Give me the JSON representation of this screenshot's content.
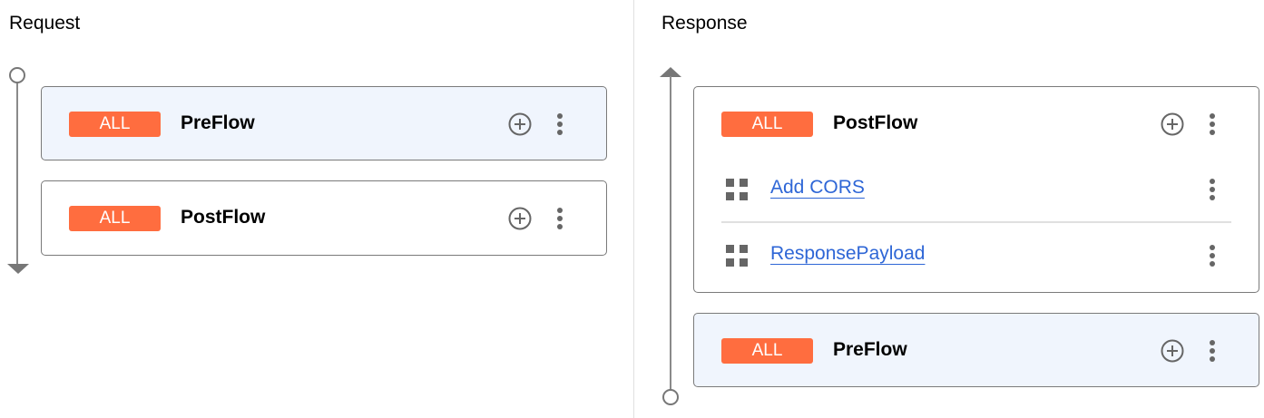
{
  "request": {
    "title": "Request",
    "flows": [
      {
        "badge": "ALL",
        "name": "PreFlow",
        "highlighted": true
      },
      {
        "badge": "ALL",
        "name": "PostFlow",
        "highlighted": false
      }
    ]
  },
  "response": {
    "title": "Response",
    "flows": [
      {
        "badge": "ALL",
        "name": "PostFlow",
        "highlighted": false,
        "steps": [
          {
            "name": "Add CORS"
          },
          {
            "name": "ResponsePayload"
          }
        ]
      },
      {
        "badge": "ALL",
        "name": "PreFlow",
        "highlighted": true
      }
    ]
  },
  "colors": {
    "badge": "#ff6d3f",
    "highlight": "#f0f5fd",
    "link": "#2e66d6"
  }
}
